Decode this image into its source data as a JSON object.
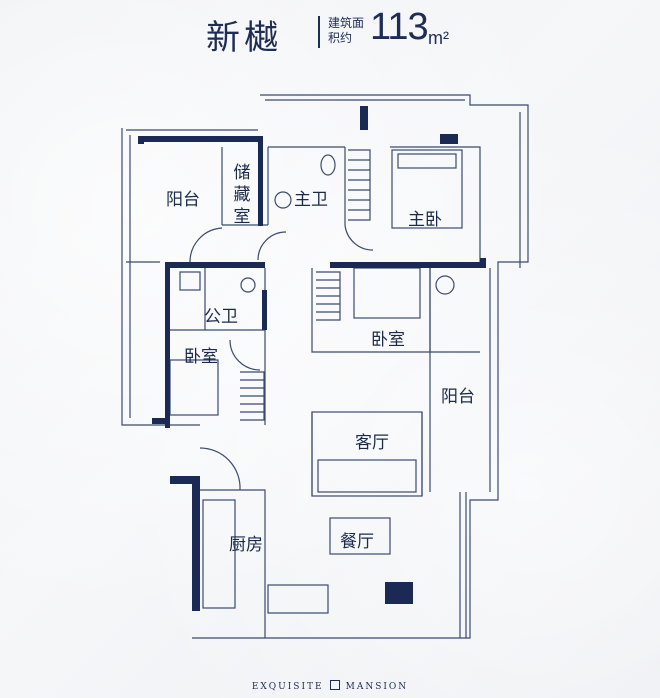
{
  "header": {
    "title": "新樾",
    "area_label": "建筑面积约",
    "area_value": "113",
    "area_unit": "m²"
  },
  "rooms": {
    "balcony_top": "阳台",
    "storage": "储藏室",
    "master_bath": "主卫",
    "master_bedroom": "主卧",
    "public_bath": "公卫",
    "bedroom_center": "卧室",
    "bedroom_left": "卧室",
    "balcony_right": "阳台",
    "living_room": "客厅",
    "kitchen": "厨房",
    "dining_room": "餐厅"
  },
  "footer": {
    "left": "EXQUISITE",
    "right": "MANSION"
  },
  "colors": {
    "wall": "#1b2a55",
    "line": "#3a4a6e",
    "background": "#f1f2f4"
  }
}
